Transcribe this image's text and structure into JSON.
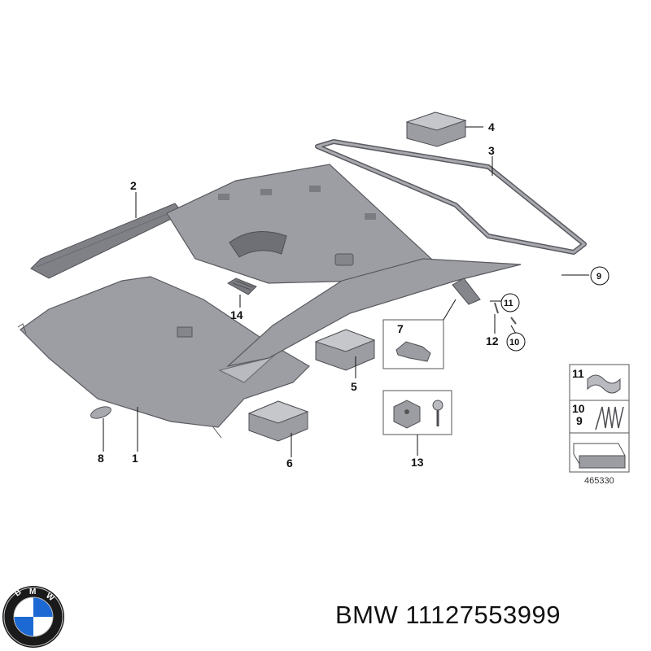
{
  "callouts": {
    "c1": "1",
    "c2": "2",
    "c3": "3",
    "c4": "4",
    "c5": "5",
    "c6": "6",
    "c7": "7",
    "c8": "8",
    "c9": "9",
    "c10": "10",
    "c11": "11",
    "c12": "12",
    "c13": "13",
    "c14": "14"
  },
  "legend": {
    "l11": "11",
    "l10": "10",
    "l9": "9",
    "ref_number": "465330"
  },
  "caption": {
    "brand": "BMW",
    "part_number": "11127553999"
  },
  "logo": {
    "lettering": "BMW",
    "colors": {
      "blue": "#1c69d4",
      "white": "#ffffff",
      "ring": "#1a1a1a"
    },
    "icon": "bmw-roundel-logo-icon"
  },
  "colors": {
    "panel": "#9d9ea3",
    "panel_dark": "#808187",
    "line": "#111111"
  }
}
